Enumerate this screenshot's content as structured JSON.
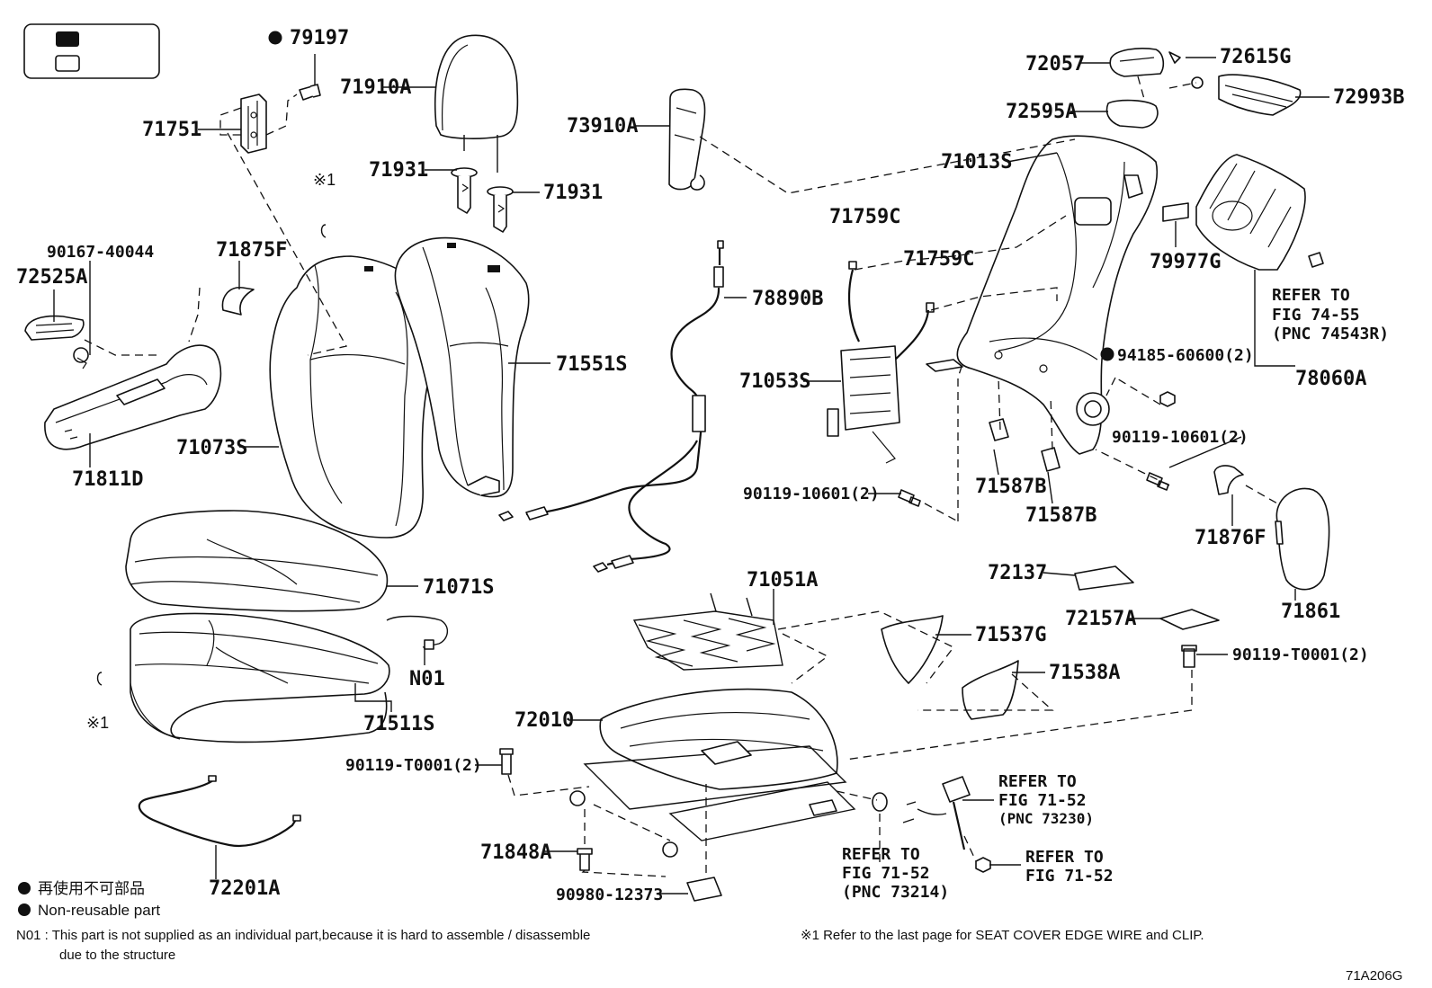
{
  "legend_box": {
    "filled_symbol": "filled-box",
    "empty_symbol": "empty-box"
  },
  "labels": {
    "p79197": "79197",
    "p71910A": "71910A",
    "p71751": "71751",
    "p71931a": "71931",
    "p71931b": "71931",
    "p73910A": "73910A",
    "ref1_top": "※1",
    "p90167": "90167-40044",
    "p72525A": "72525A",
    "p71875F": "71875F",
    "p78890B": "78890B",
    "p71551S": "71551S",
    "p71073S": "71073S",
    "p71811D": "71811D",
    "p71071S": "71071S",
    "pN01": "N01",
    "p71511S": "71511S",
    "ref1_left": "※1",
    "p72201A": "72201A",
    "p72057": "72057",
    "p72615G": "72615G",
    "p72993B": "72993B",
    "p72595A": "72595A",
    "p71013S": "71013S",
    "p71759C_a": "71759C",
    "p71759C_b": "71759C",
    "p79977G": "79977G",
    "p71053S": "71053S",
    "p94185": "94185-60600(2)",
    "p78060A": "78060A",
    "p90119_10601_r": "90119-10601(2)",
    "p90119_10601_l": "90119-10601(2)",
    "p71587B_a": "71587B",
    "p71587B_b": "71587B",
    "p71876F": "71876F",
    "p71861": "71861",
    "p72137": "72137",
    "p72157A": "72157A",
    "p71051A": "71051A",
    "p71537G": "71537G",
    "p71538A": "71538A",
    "p90119_T0001_r": "90119-T0001(2)",
    "p72010": "72010",
    "p90119_T0001_l": "90119-T0001(2)",
    "p71848A": "71848A",
    "p90980": "90980-12373"
  },
  "refers": {
    "r7455": [
      "REFER TO",
      "FIG 74-55",
      "(PNC 74543R)"
    ],
    "r7152_a": [
      "REFER TO",
      "FIG 71-52",
      "(PNC 73230)"
    ],
    "r7152_b": [
      "REFER TO",
      "FIG 71-52",
      "(PNC 73214)"
    ],
    "r7152_c": [
      "REFER TO",
      "FIG 71-52"
    ]
  },
  "legend": {
    "jp": "再使用不可部品",
    "en": "Non-reusable part"
  },
  "notes": {
    "n01_line1": "N01 : This part is not supplied as an individual part,because it is hard to assemble / disassemble",
    "n01_line2": "due to the structure",
    "ref_note": "※1  Refer to the last page for SEAT COVER EDGE WIRE and CLIP.",
    "fig_code": "71A206G"
  }
}
